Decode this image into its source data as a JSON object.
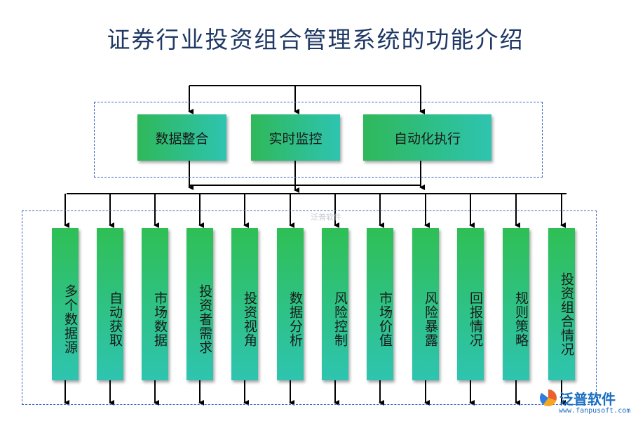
{
  "title": "证券行业投资组合管理系统的功能介绍",
  "top_boxes": [
    {
      "label": "数据整合"
    },
    {
      "label": "实时监控"
    },
    {
      "label": "自动化执行"
    }
  ],
  "bottom_boxes": [
    {
      "label": "多个数据源"
    },
    {
      "label": "自动获取"
    },
    {
      "label": "市场数据"
    },
    {
      "label": "投资者需求"
    },
    {
      "label": "投资视角"
    },
    {
      "label": "数据分析"
    },
    {
      "label": "风险控制"
    },
    {
      "label": "市场价值"
    },
    {
      "label": "风险暴露"
    },
    {
      "label": "回报情况"
    },
    {
      "label": "规则策略"
    },
    {
      "label": "投资组合情况"
    }
  ],
  "logo": {
    "name": "泛普软件",
    "url": "www.fanpusoft.com"
  },
  "watermark": "泛普软件",
  "colors": {
    "box_start": "#2fb85a",
    "box_end": "#2ec4b0",
    "frame": "#3b64c4",
    "title": "#1f3864"
  }
}
